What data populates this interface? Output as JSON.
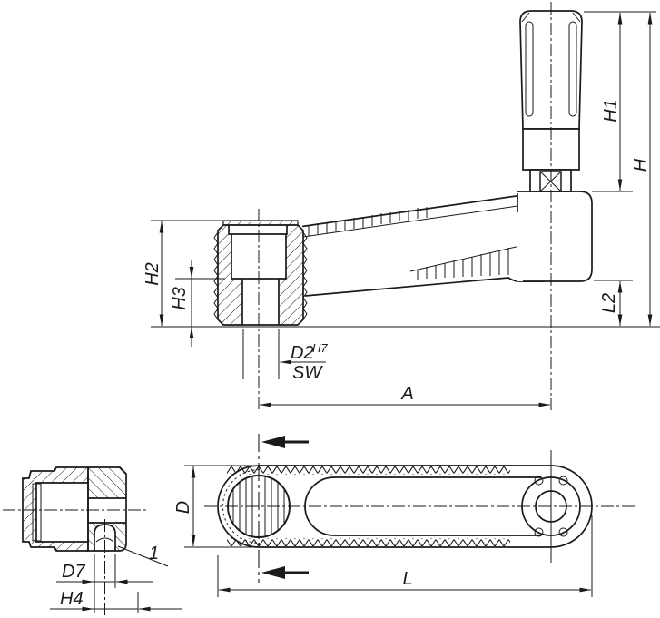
{
  "drawing": {
    "title": "crank-handle-technical-drawing",
    "colors": {
      "line": "#1a1a1a",
      "background": "#ffffff"
    },
    "dims": {
      "h1": "H1",
      "h": "H",
      "h2": "H2",
      "h3": "H3",
      "l2": "L2",
      "a": "A",
      "l": "L",
      "d": "D",
      "d7": "D7",
      "h4": "H4",
      "position_ref": "1"
    },
    "bore_callout": {
      "diameter": "D2",
      "tolerance": "H7",
      "across_flats": "SW"
    }
  }
}
